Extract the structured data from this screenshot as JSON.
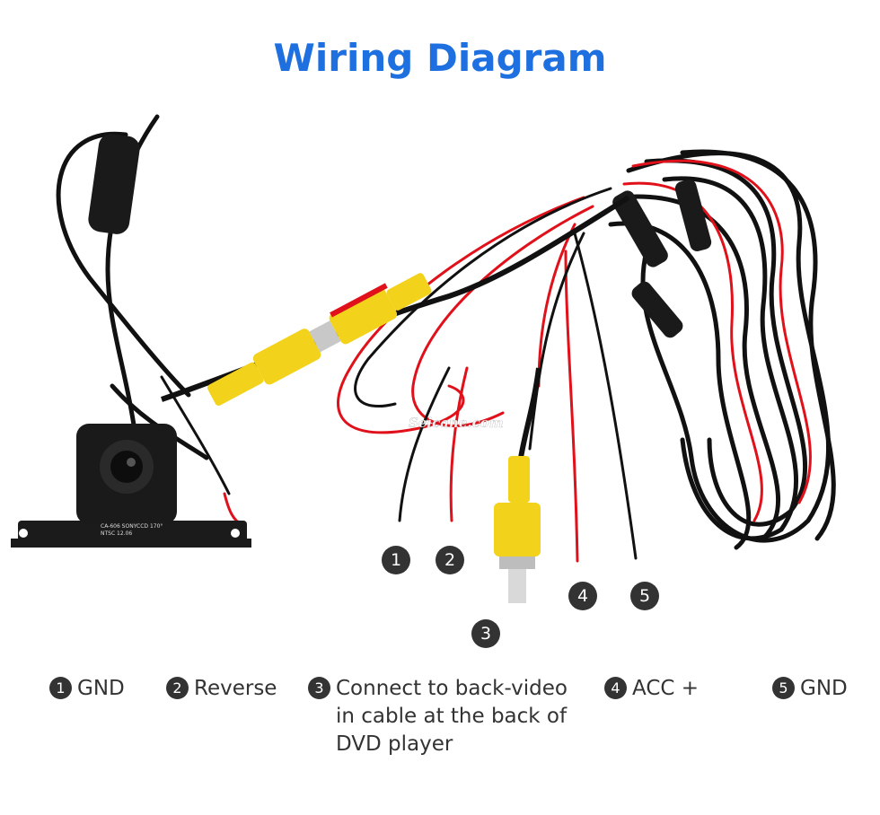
{
  "title": "Wiring Diagram",
  "watermark": "Seicane.com",
  "camera_label": "CA-606 SONYCCD 170° NTSC 12.06",
  "colors": {
    "title": "#1e6fe0",
    "marker": "#333333",
    "wire_black": "#111111",
    "wire_red": "#e0111a",
    "connector_yellow": "#f2d21b"
  },
  "markers": [
    "1",
    "2",
    "3",
    "4",
    "5"
  ],
  "legend": [
    {
      "num": "1",
      "text": "GND"
    },
    {
      "num": "2",
      "text": "Reverse"
    },
    {
      "num": "3",
      "text": "Connect to back-video in cable at the back of DVD player"
    },
    {
      "num": "4",
      "text": "ACC +"
    },
    {
      "num": "5",
      "text": "GND"
    }
  ]
}
